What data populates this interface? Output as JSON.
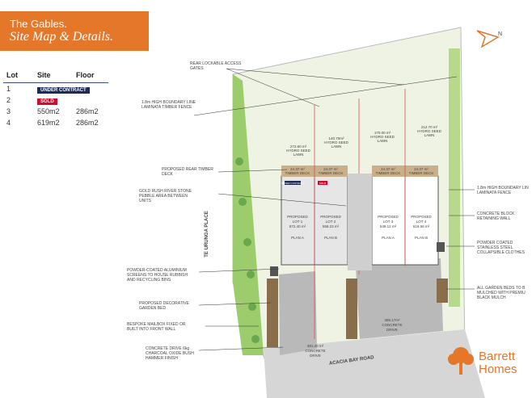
{
  "title": {
    "line1": "The Gables.",
    "line2": "Site Map & Details."
  },
  "table": {
    "headers": [
      "Lot",
      "Site",
      "Floor"
    ],
    "rows": [
      {
        "lot": "1",
        "site": "UNDER CONTRACT",
        "floor": "",
        "status": "under-contract"
      },
      {
        "lot": "2",
        "site": "SOLD",
        "floor": "",
        "status": "sold"
      },
      {
        "lot": "3",
        "site": "550m2",
        "floor": "286m2",
        "status": ""
      },
      {
        "lot": "4",
        "site": "619m2",
        "floor": "286m2",
        "status": ""
      }
    ]
  },
  "map": {
    "callouts": {
      "gates": [
        "REAR LOCKABLE ACCESS",
        "GATES"
      ],
      "fence_left": [
        "1.8m HIGH BOUNDARY LINE",
        "LAMINATA TIMBER FENCE"
      ],
      "rear_deck": [
        "PROPOSED REAR TIMBER",
        "DECK"
      ],
      "river_stone": [
        "GOLD RUSH RIVER STONE",
        "PEBBLE AREA BETWEEN",
        "UNITS"
      ],
      "screens": [
        "POWDER-COATED ALUMINIUM",
        "SCREENS TO HOUSE RUBBISH",
        "AND RECYCLING BINS"
      ],
      "garden_bed": [
        "PROPOSED DECORATIVE",
        "GARDEN BED"
      ],
      "mailbox": [
        "BESPOKE MAILBOX FIXED OR",
        "BUILT INTO FRONT WALL"
      ],
      "drive_left": [
        "CONCRETE DRIVE 6kg",
        "CHARCOAL OXIDE BUSH",
        "HAMMER FINISH"
      ],
      "fence_right": [
        "1.8m HIGH BOUNDARY LIN",
        "LAMINATA FENCE"
      ],
      "retaining_wall": [
        "CONCRETE BLOCK",
        "RETAINING WALL"
      ],
      "clothesline": [
        "POWDER COATED",
        "STAINLESS STEEL",
        "COLLAPSIBLE CLOTHES"
      ],
      "mulch": [
        "ALL GARDEN BEDS TO B",
        "MULCHED WITH PREMIU",
        "BLACK MULCH"
      ]
    },
    "lawns": [
      [
        "272.60 m²",
        "HYDRO SEED",
        "LAWN"
      ],
      [
        "140.70m²",
        "HYDRO SEED",
        "LAWN"
      ],
      [
        "170.00 m²",
        "HYDRO SEED",
        "LAWN"
      ],
      [
        "212.70 m²",
        "HYDRO SEED",
        "LAWN"
      ]
    ],
    "decks": [
      [
        "24.37 m²",
        "TIMBER DECK"
      ],
      [
        "24.37 m²",
        "TIMBER DECK"
      ],
      [
        "24.37 m²",
        "TIMBER DECK"
      ],
      [
        "24.37 m²",
        "TIMBER DECK"
      ]
    ],
    "units": [
      [
        "PROPOSED",
        "LOT 1",
        "872.40 m²",
        "PLAN A"
      ],
      [
        "PROPOSED",
        "LOT 2",
        "558.23 m²",
        "PLAN B"
      ],
      [
        "PROPOSED",
        "LOT 3",
        "549.12 m²",
        "PLAN A"
      ],
      [
        "PROPOSED",
        "LOT 4",
        "619.56 m²",
        "PLAN B"
      ]
    ],
    "unit_tags": {
      "uc": "UNDER CONTRACT",
      "sold": "SOLD"
    },
    "drives": [
      [
        "381.20 m²",
        "CONCRETE",
        "DRIVE"
      ],
      [
        "386.17m²",
        "CONCRETE",
        "DRIVE"
      ]
    ],
    "road_left": "TE URUNGA PLACE",
    "road_bottom": "ACACIA BAY ROAD",
    "north": "N"
  },
  "logo": {
    "line1": "Barrett",
    "line2": "Homes"
  },
  "colors": {
    "orange": "#e5772b",
    "navy": "#1d2b55",
    "sold": "#c8102e"
  }
}
